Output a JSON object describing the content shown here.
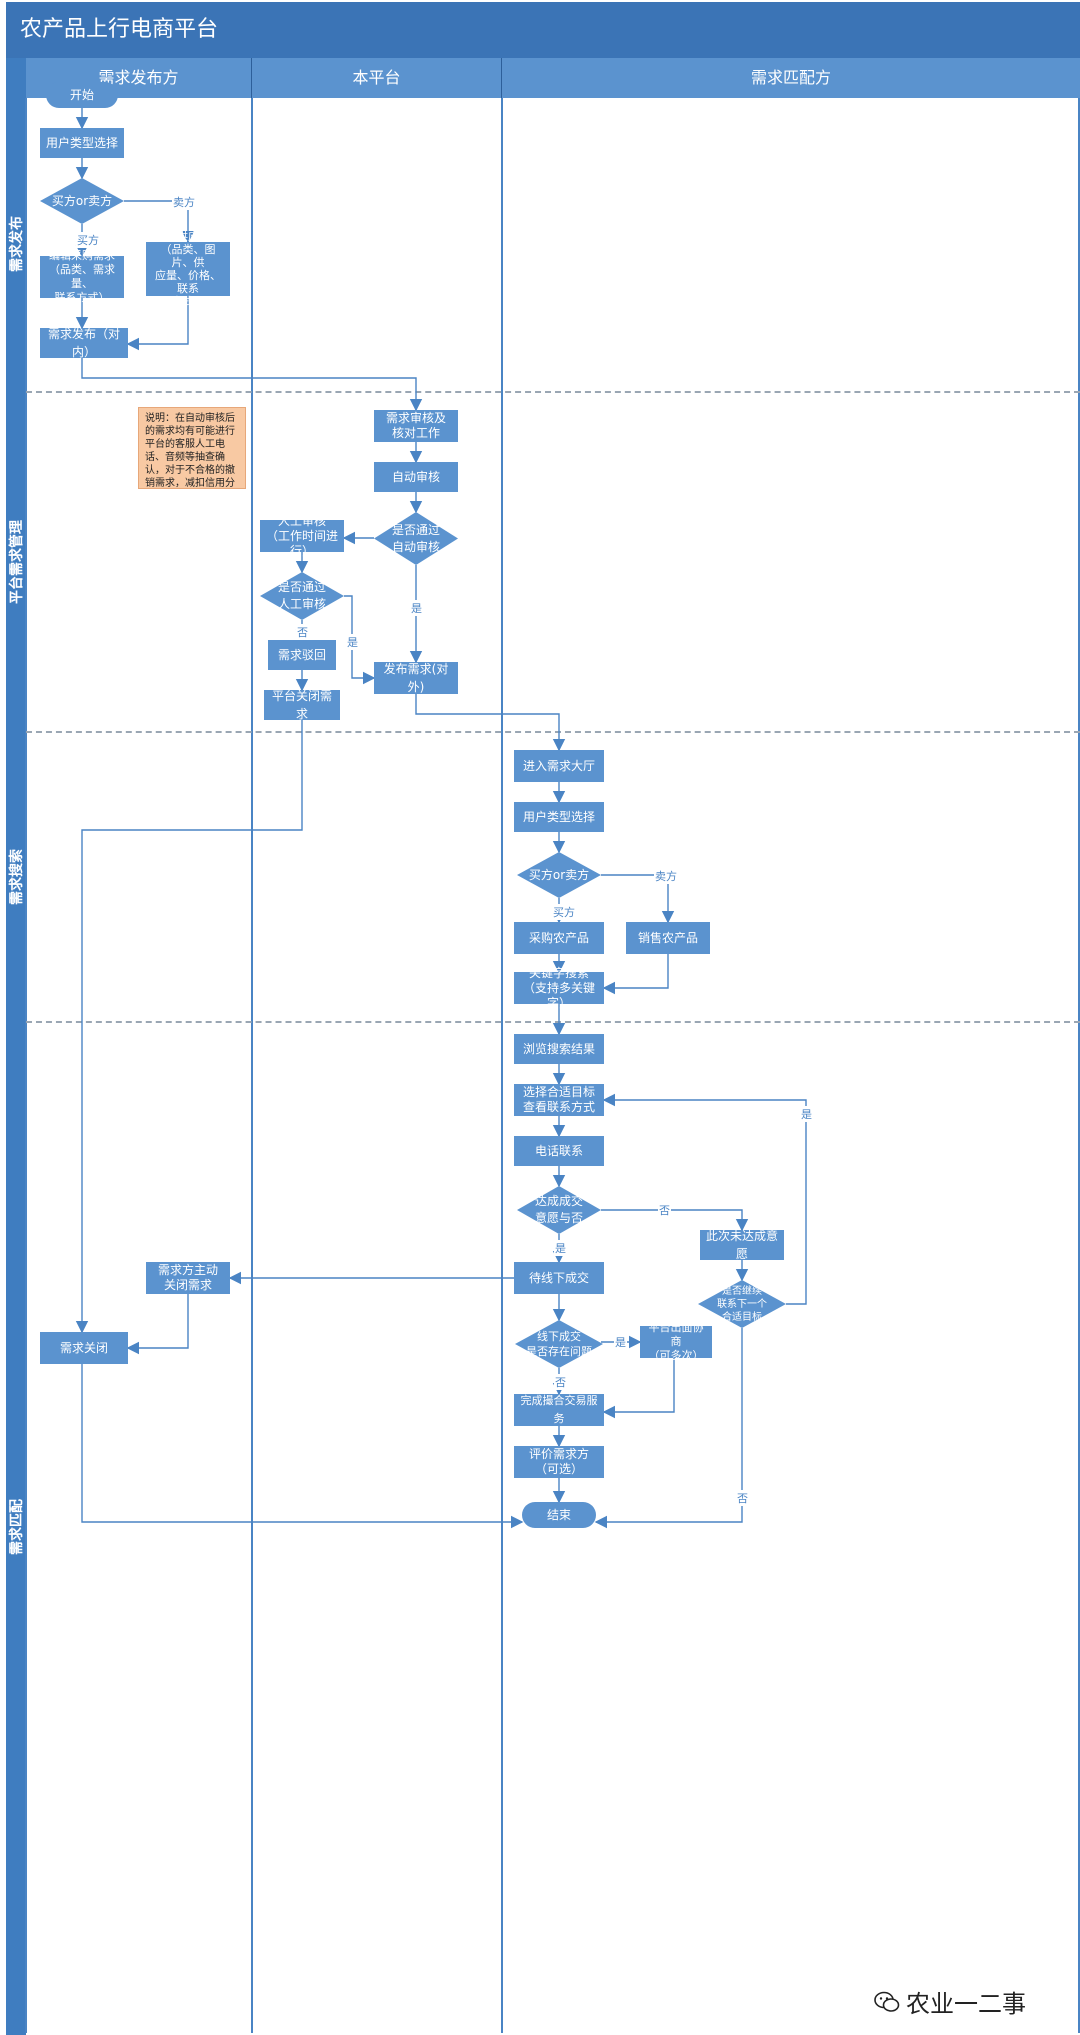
{
  "title": "农产品上行电商平台",
  "lanes": [
    "需求发布方",
    "本平台",
    "需求匹配方"
  ],
  "phases": [
    "需求发布",
    "平台需求管理",
    "需求搜索",
    "需求匹配"
  ],
  "nodes": {
    "start": "开始",
    "user_type_1": "用户类型选择",
    "edit_purchase": "编辑采购需求\n（品类、需求量、\n联系方式）",
    "edit_supply": "编辑供应需求\n（品类、图片、供\n应量、价格、联系\n方式）",
    "publish_internal": "需求发布（对内）",
    "review_check": "需求审核及\n核对工作",
    "auto_review": "自动审核",
    "manual_review": "人工审核\n（工作时间进行）",
    "reject": "需求驳回",
    "platform_close": "平台关闭需求",
    "publish_external": "发布需求(对外)",
    "enter_hall": "进入需求大厅",
    "user_type_2": "用户类型选择",
    "buy_product": "采购农产品",
    "sell_product": "销售农产品",
    "keyword_search": "关键字搜索\n（支持多关键字）",
    "browse_results": "浏览搜索结果",
    "select_target": "选择合适目标\n查看联系方式",
    "phone_contact": "电话联系",
    "no_intent": "此次未达成意愿",
    "offline_deal": "待线下成交",
    "demander_close": "需求方主动\n关闭需求",
    "demand_close": "需求关闭",
    "platform_negotiate": "平台出面协商\n（可多次）",
    "complete_deal": "完成撮合交易服务",
    "rate_demander": "评价需求方\n（可选）",
    "end": "结束"
  },
  "decisions": {
    "buyer_seller_1": "买方or卖方",
    "auto_pass": "是否通过\n自动审核",
    "manual_pass": "是否通过\n人工审核",
    "buyer_seller_2": "买方or卖方",
    "intent_reached": "达成成交\n意愿与否",
    "offline_issue": "线下成交\n是否存在问题",
    "continue_next": "是否继续\n联系下一个\n合适目标"
  },
  "note": "说明：在自动审核后\n的需求均有可能进行\n平台的客服人工电\n话、音频等抽查确\n认，对于不合格的撤\n销需求，减扣信用分",
  "edge_labels": {
    "buyer": "买方",
    "seller": "卖方",
    "yes": "是",
    "no": "否"
  },
  "watermark": "农业一二事",
  "colors": {
    "title_bar": "#3b74b6",
    "lane_header": "#5b93cf",
    "node_fill": "#5b93cf",
    "connector": "#4a84c4",
    "note_fill": "#f8c9a3"
  }
}
